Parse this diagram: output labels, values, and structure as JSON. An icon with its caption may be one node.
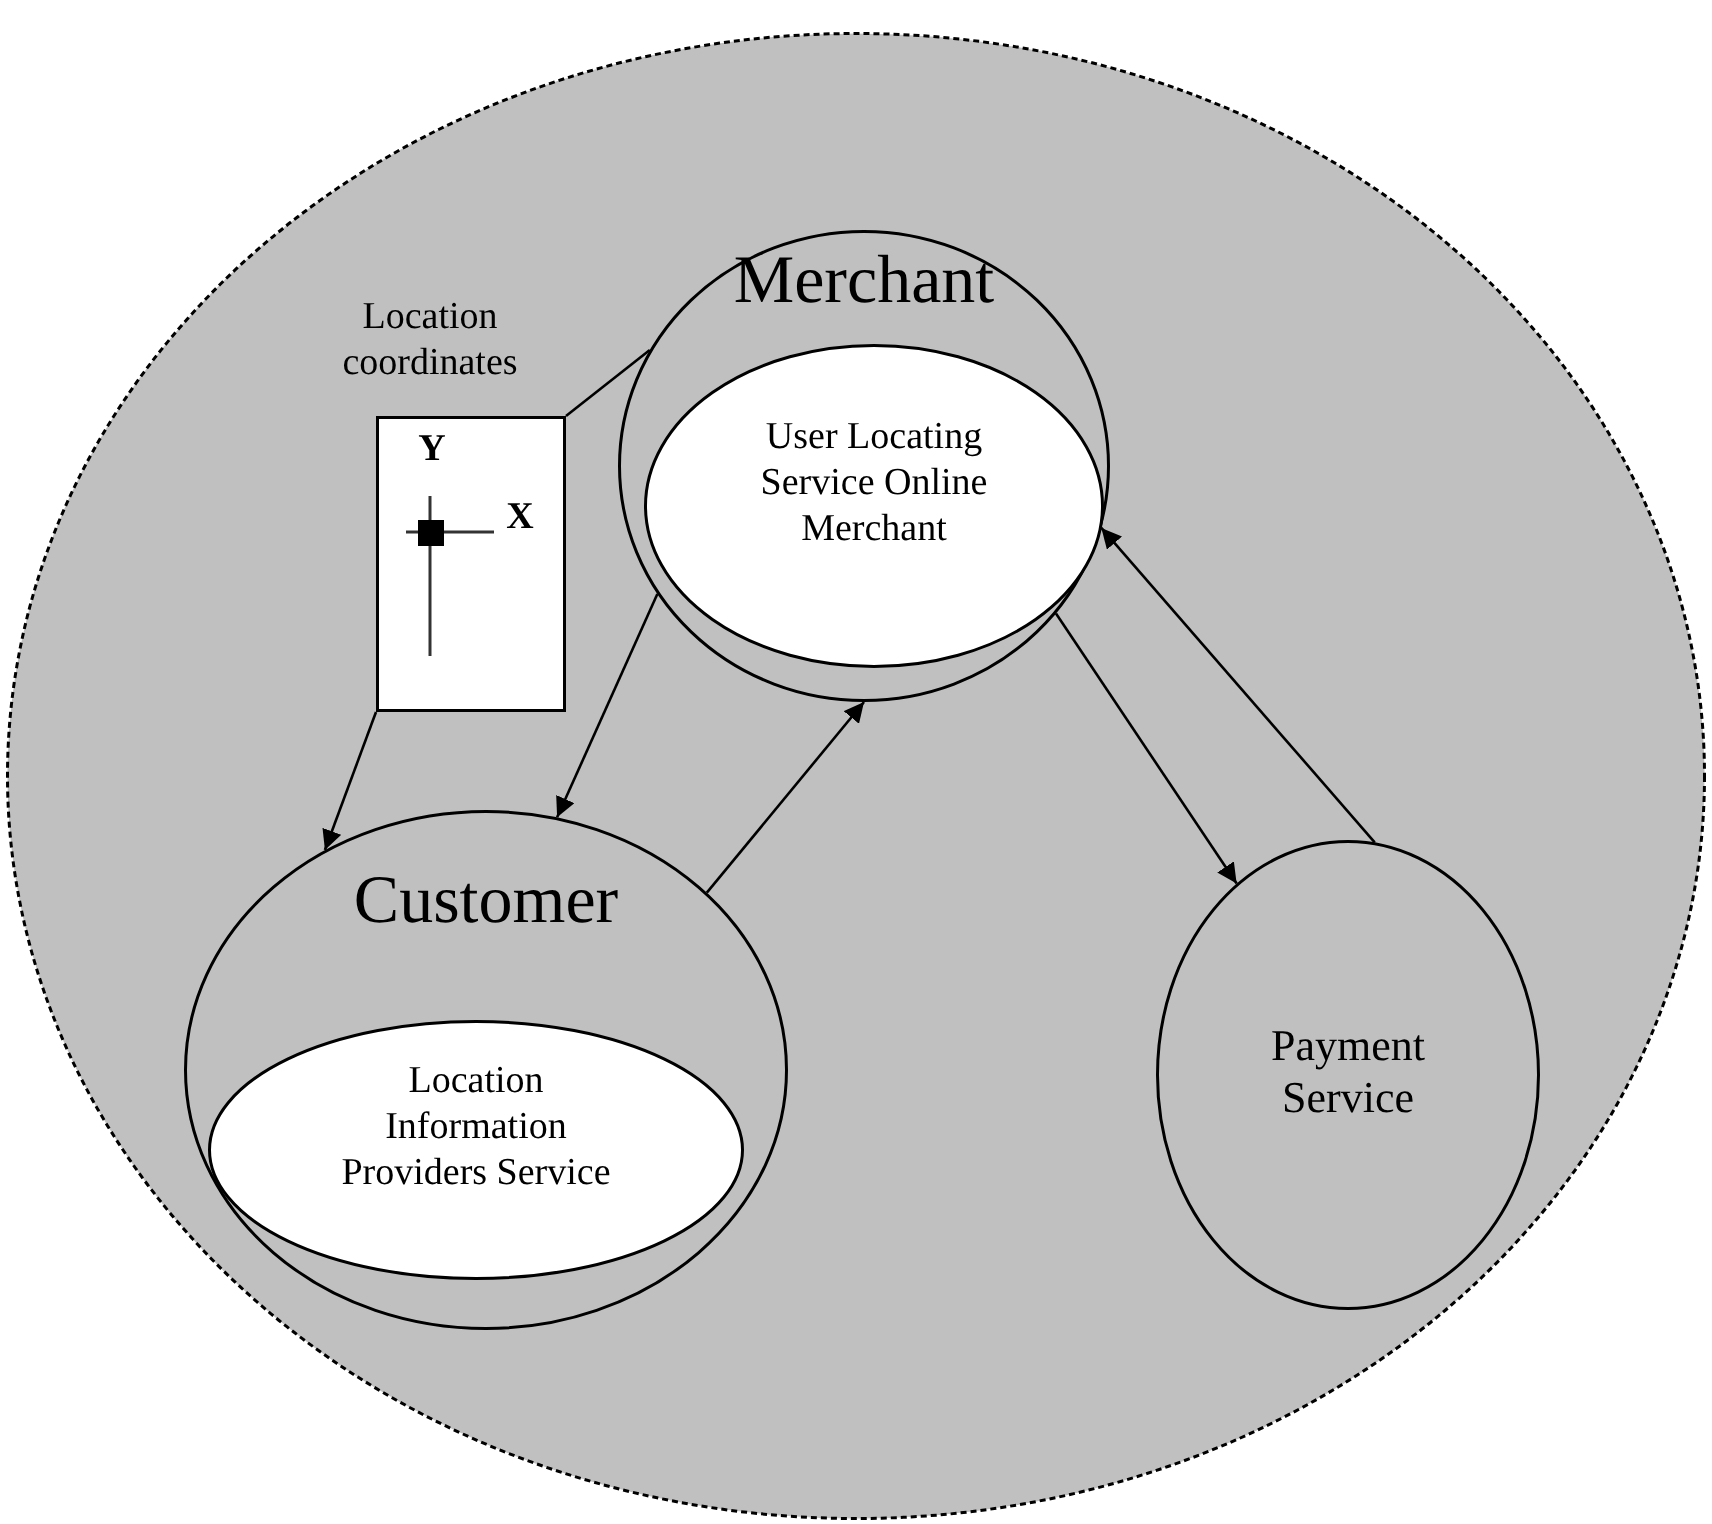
{
  "diagram": {
    "nodes": [
      {
        "text": [],
        "shape": "circle"
      },
      {
        "text": [
          "Merchant"
        ],
        "in": 0
      },
      {
        "text": [
          "User Locating Service Online Merchant"
        ],
        "in": 1
      },
      {
        "text": [
          "Customer"
        ],
        "in": 0
      },
      {
        "text": [
          "Location Information Providers Service"
        ],
        "in": 3
      },
      {
        "text": [
          "Payment Service"
        ],
        "in": 0
      },
      {
        "text": [
          "Location coordinates",
          "Y",
          "X"
        ],
        "in": 0
      }
    ],
    "edges": [
      {
        "from": 6,
        "to": 1,
        "arrow": "none"
      },
      {
        "from": 6,
        "to": 3,
        "arrow": "to"
      },
      {
        "from": 1,
        "to": 3,
        "arrow": "to"
      },
      {
        "from": 3,
        "to": 1,
        "arrow": "to"
      },
      {
        "from": 1,
        "to": 5,
        "arrow": "to"
      },
      {
        "from": 5,
        "to": 1,
        "arrow": "to"
      }
    ]
  }
}
